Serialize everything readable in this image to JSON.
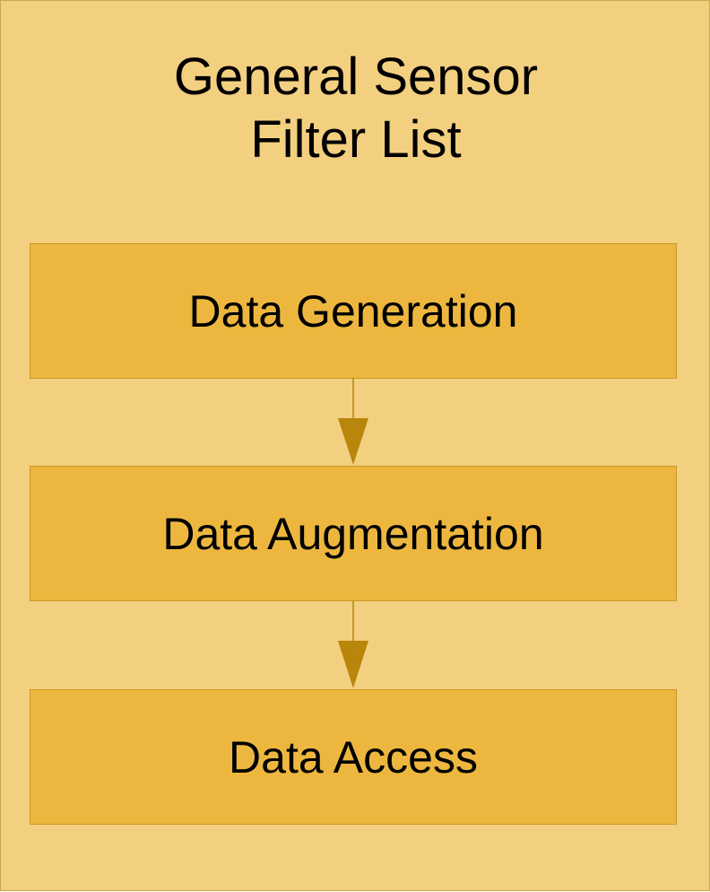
{
  "diagram": {
    "title_line1": "General Sensor",
    "title_line2": "Filter List",
    "blocks": [
      {
        "label": "Data Generation"
      },
      {
        "label": "Data Augmentation"
      },
      {
        "label": "Data Access"
      }
    ],
    "colors": {
      "container_fill": "#f3cf80",
      "block_fill": "#edb73f",
      "arrow": "#b8860b"
    }
  }
}
